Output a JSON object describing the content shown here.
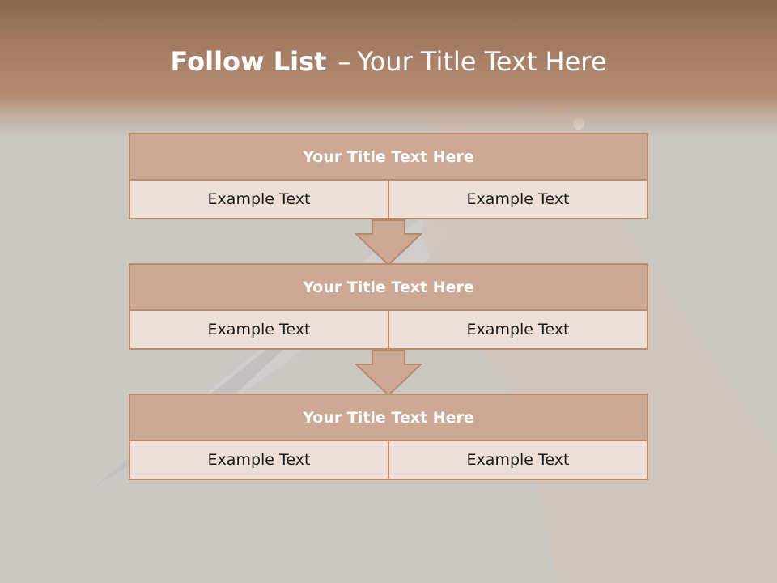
{
  "slide": {
    "title_bold": "Follow List",
    "title_sep": "–",
    "title_rest": "Your Title Text Here"
  },
  "blocks": [
    {
      "title": "Your Title Text Here",
      "cells": [
        "Example Text",
        "Example Text"
      ]
    },
    {
      "title": "Your Title Text Here",
      "cells": [
        "Example Text",
        "Example Text"
      ]
    },
    {
      "title": "Your Title Text Here",
      "cells": [
        "Example Text",
        "Example Text"
      ]
    }
  ],
  "colors": {
    "header_brown": "#a27a62",
    "block_title_fill": "#cca994",
    "cell_fill": "#ecdfd8",
    "border": "#b98a6b",
    "arrow_fill": "#cca994"
  }
}
